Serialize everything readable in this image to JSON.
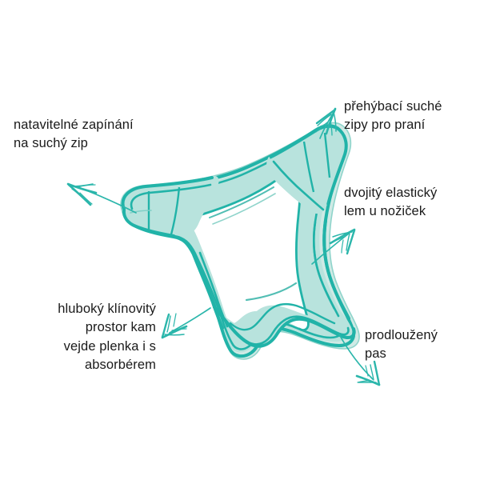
{
  "diagram": {
    "subject": "cloth diaper cover illustration",
    "language": "cs",
    "colors": {
      "background": "#ffffff",
      "outline": "#21b3a8",
      "outline_dark": "#14a096",
      "fill": "#b8e3dd",
      "fill_light": "#cfeae5",
      "text": "#1a1a1a",
      "arrow": "#2bb6ab"
    },
    "callouts": [
      {
        "id": "hook-loop",
        "text": "natavitelné zapínání\nna suchý zip",
        "align": "left",
        "arrow_direction": "left"
      },
      {
        "id": "foldable-tabs",
        "text": "přehýbací suché\nzipy pro praní",
        "align": "left",
        "arrow_direction": "up"
      },
      {
        "id": "elastic-hem",
        "text": "dvojitý elastický\nlem u nožiček",
        "align": "left",
        "arrow_direction": "up-right"
      },
      {
        "id": "wedge-space",
        "text": "hluboký klínovitý\nprostor kam\nvejde plenka i s\nabsorbérem",
        "align": "right",
        "arrow_direction": "down-left"
      },
      {
        "id": "extended-waist",
        "text": "prodloužený\npas",
        "align": "left",
        "arrow_direction": "down-right"
      }
    ]
  }
}
